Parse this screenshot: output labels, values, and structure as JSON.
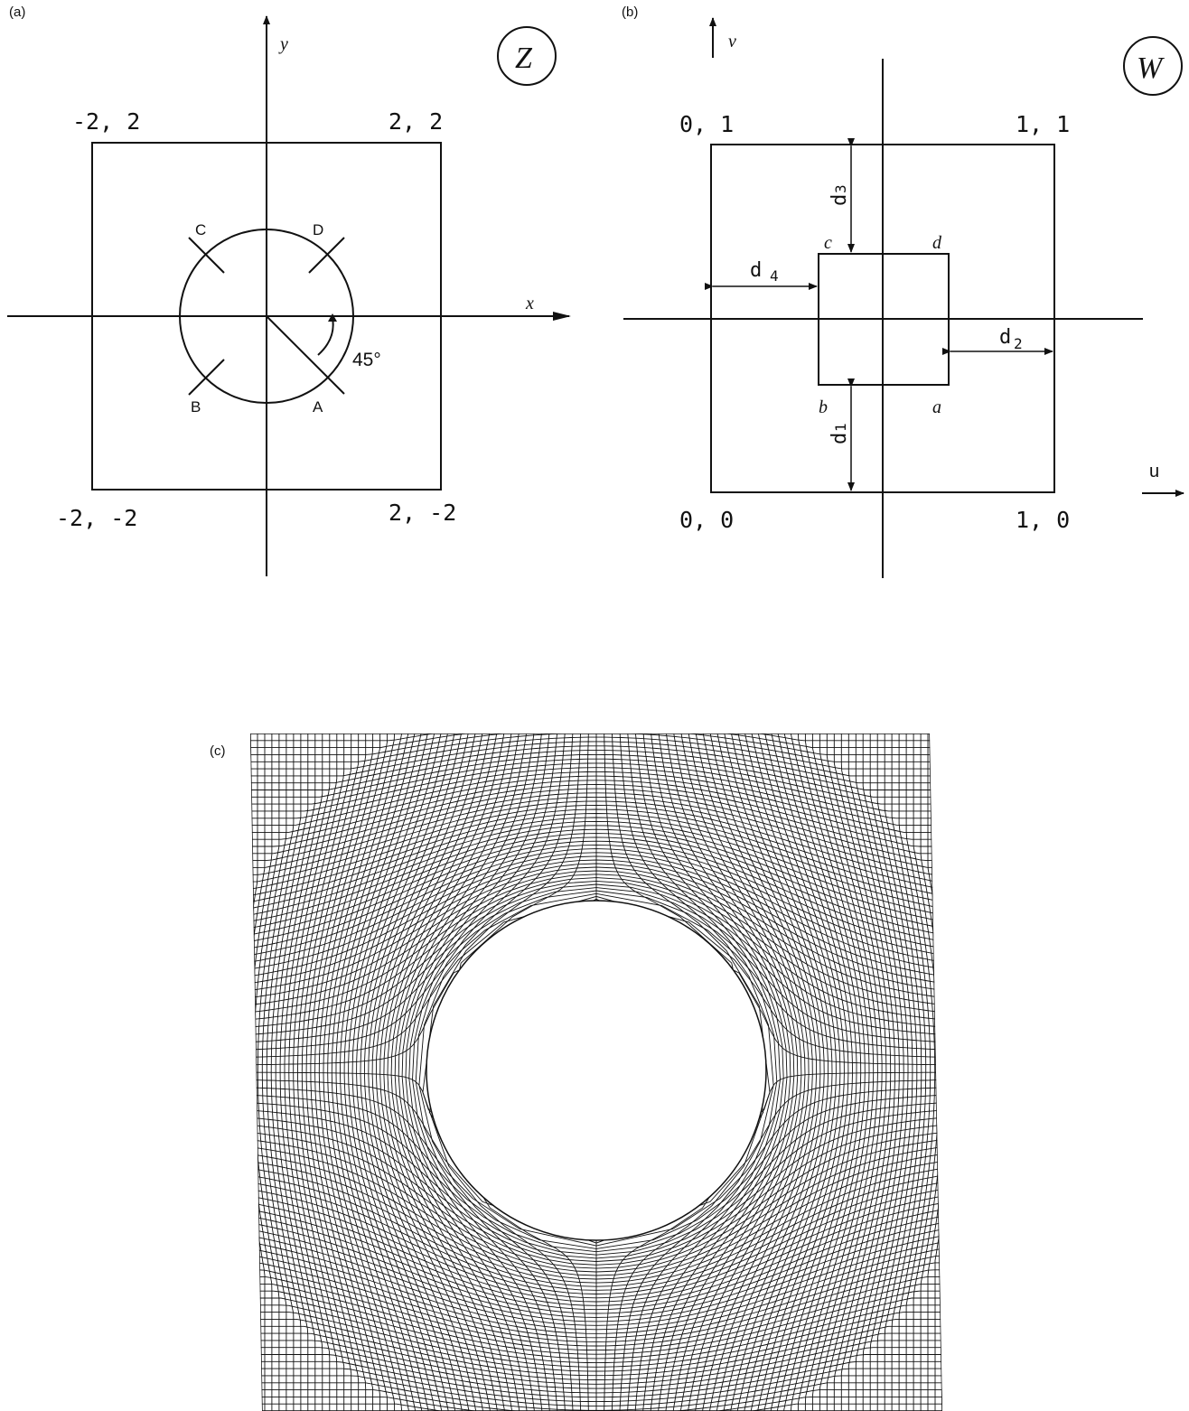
{
  "panel_a": {
    "label": "(a)",
    "y_axis": "y",
    "x_axis": "x",
    "plane": "Z",
    "corners": {
      "top_left": "-2, 2",
      "top_right": "2, 2",
      "bottom_left": "-2, -2",
      "bottom_right": "2, -2"
    },
    "points": {
      "A": "A",
      "B": "B",
      "C": "C",
      "D": "D"
    },
    "angle": "45°"
  },
  "panel_b": {
    "label": "(b)",
    "v_axis": "v",
    "u_axis": "u",
    "plane": "W",
    "corners": {
      "top_left": "0, 1",
      "top_right": "1, 1",
      "bottom_left": "0, 0",
      "bottom_right": "1, 0"
    },
    "points": {
      "a": "a",
      "b": "b",
      "c": "c",
      "d": "d"
    },
    "distances": {
      "d1": "d",
      "d1_sub": "1",
      "d2": "d",
      "d2_sub": "2",
      "d3": "d",
      "d3_sub": "3",
      "d4": "d",
      "d4_sub": "4"
    }
  },
  "panel_c": {
    "label": "(c)"
  }
}
